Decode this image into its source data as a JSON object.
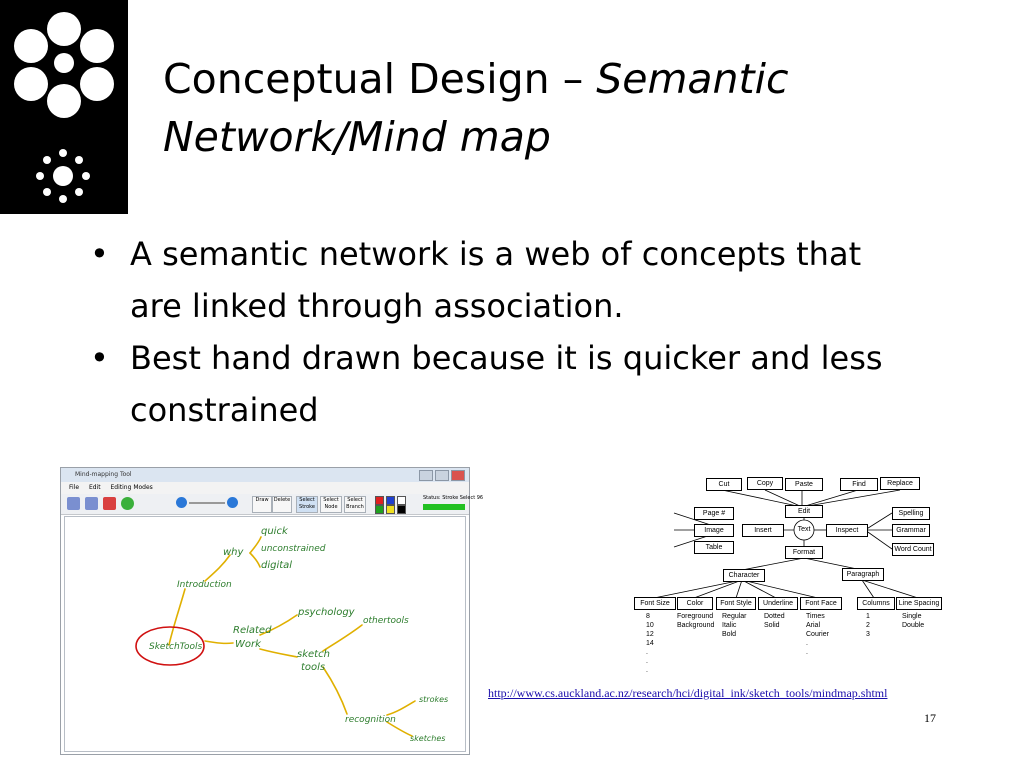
{
  "slide": {
    "title_normal": "Conceptual Design – ",
    "title_italic_1": "Semantic",
    "title_italic_2": "Network/Mind map",
    "bullets": [
      "A semantic network is a web of concepts that are linked through association.",
      "Best hand drawn because it is quicker and less constrained"
    ],
    "url": "http://www.cs.auckland.ac.nz/research/hci/digital_ink/sketch_tools/mindmap.shtml",
    "page_number": "17"
  },
  "screenshot": {
    "window_title": "Mind-mapping Tool",
    "menu": [
      "File",
      "Edit",
      "Editing Modes"
    ],
    "toolbar_buttons": [
      "Draw",
      "Delete",
      "Select Stroke",
      "Select Node",
      "Select Branch"
    ],
    "status_text": "Status: Stroke Select 96",
    "colors": [
      "#e02020",
      "#2040d0",
      "#ffffff",
      "#20a020",
      "#f0e020",
      "#000000"
    ],
    "ink_color": "#2d7d2d",
    "link_color": "#e0b000",
    "circle_color": "#d01010",
    "nodes": {
      "root": "SketchTools",
      "introduction": "Introduction",
      "why": "why",
      "quick": "quick",
      "unconstrained": "unconstrained",
      "digital": "digital",
      "related": "Related",
      "work": "Work",
      "psychology": "psychology",
      "sketch": "sketch",
      "tools": "tools",
      "othertools": "othertools",
      "recognition": "recognition",
      "strokes": "strokes",
      "sketches": "sketches"
    }
  },
  "tree": {
    "row1": [
      "Cut",
      "Copy",
      "Paste",
      "Find",
      "Replace"
    ],
    "edit": "Edit",
    "left": [
      "Page #",
      "Image",
      "Table"
    ],
    "insert": "Insert",
    "text": "Text",
    "inspect": "Inspect",
    "right": [
      "Spelling",
      "Grammar",
      "Word Count"
    ],
    "format": "Format",
    "character": "Character",
    "paragraph": "Paragraph",
    "char_children": [
      "Font Size",
      "Color",
      "Font Style",
      "Underline",
      "Font Face"
    ],
    "para_children": [
      "Columns",
      "Line Spacing"
    ],
    "values": {
      "font_size": "8\n10\n12\n14\n.\n.\n.",
      "color": "Foreground\nBackground",
      "font_style": "Regular\nItalic\nBold",
      "underline": "Dotted\nSolid",
      "font_face": "Times\nArial\nCourier\n.\n.",
      "columns": "1\n2\n3",
      "line_spacing": "Single\nDouble"
    }
  }
}
